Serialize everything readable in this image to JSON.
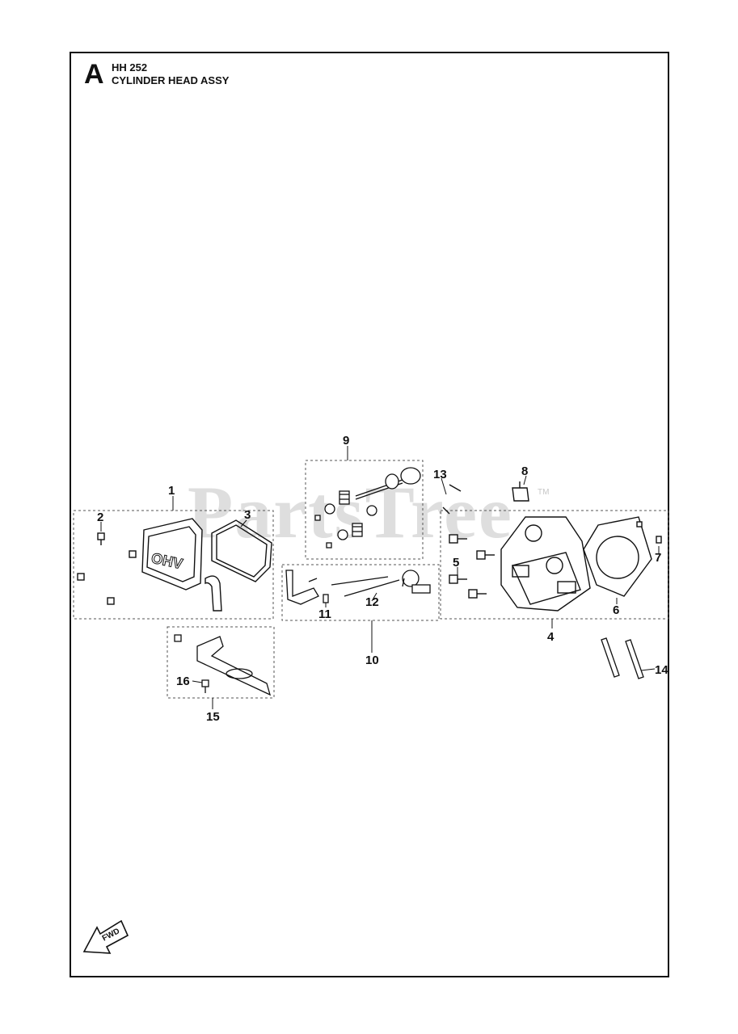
{
  "header": {
    "section_letter": "A",
    "model": "HH 252",
    "assembly_title": "CYLINDER HEAD ASSY"
  },
  "watermark": {
    "text": "PartsTree",
    "mark": "TM"
  },
  "direction_arrow": {
    "label": "FWD"
  },
  "callouts": [
    "1",
    "2",
    "3",
    "4",
    "5",
    "6",
    "7",
    "8",
    "9",
    "10",
    "11",
    "12",
    "13",
    "14",
    "15",
    "16"
  ],
  "colors": {
    "line": "#111111",
    "dash": "#555555",
    "watermark": "#a0a0a0"
  }
}
